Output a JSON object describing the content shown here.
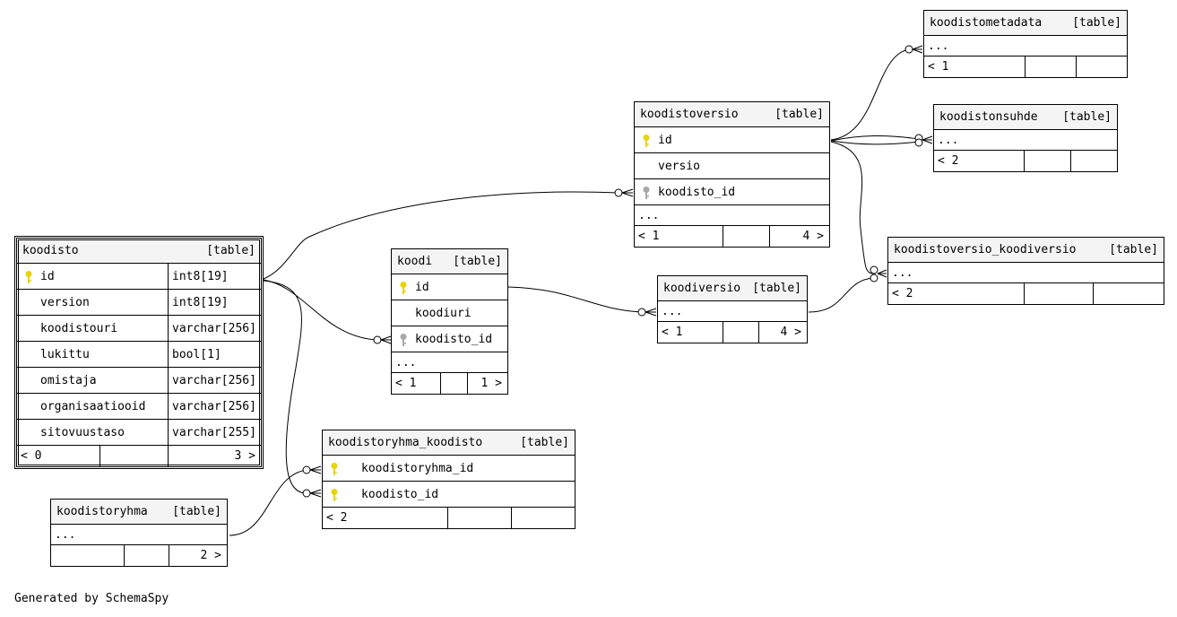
{
  "type_tag": "[table]",
  "tables": {
    "koodisto": {
      "name": "koodisto",
      "columns": [
        {
          "name": "id",
          "type": "int8[19]",
          "key": "pk"
        },
        {
          "name": "version",
          "type": "int8[19]",
          "key": ""
        },
        {
          "name": "koodistouri",
          "type": "varchar[256]",
          "key": ""
        },
        {
          "name": "lukittu",
          "type": "bool[1]",
          "key": ""
        },
        {
          "name": "omistaja",
          "type": "varchar[256]",
          "key": ""
        },
        {
          "name": "organisaatiooid",
          "type": "varchar[256]",
          "key": ""
        },
        {
          "name": "sitovuustaso",
          "type": "varchar[255]",
          "key": ""
        }
      ],
      "footer": {
        "parents": "< 0",
        "rows": "",
        "children": "3 >"
      }
    },
    "koodi": {
      "name": "koodi",
      "columns": [
        {
          "name": "id",
          "key": "pk"
        },
        {
          "name": "koodiuri",
          "key": ""
        },
        {
          "name": "koodisto_id",
          "key": "fk"
        }
      ],
      "ellipsis": "...",
      "footer": {
        "parents": "< 1",
        "rows": "",
        "children": "1 >"
      }
    },
    "koodistoversio": {
      "name": "koodistoversio",
      "columns": [
        {
          "name": "id",
          "key": "pk"
        },
        {
          "name": "versio",
          "key": ""
        },
        {
          "name": "koodisto_id",
          "key": "fk"
        }
      ],
      "ellipsis": "...",
      "footer": {
        "parents": "< 1",
        "rows": "",
        "children": "4 >"
      }
    },
    "koodiversio": {
      "name": "koodiversio",
      "ellipsis": "...",
      "footer": {
        "parents": "< 1",
        "rows": "",
        "children": "4 >"
      }
    },
    "koodistometadata": {
      "name": "koodistometadata",
      "ellipsis": "...",
      "footer": {
        "parents": "< 1",
        "rows": "",
        "children": ""
      }
    },
    "koodistonsuhde": {
      "name": "koodistonsuhde",
      "ellipsis": "...",
      "footer": {
        "parents": "< 2",
        "rows": "",
        "children": ""
      }
    },
    "koodistoversio_koodiversio": {
      "name": "koodistoversio_koodiversio",
      "ellipsis": "...",
      "footer": {
        "parents": "< 2",
        "rows": "",
        "children": ""
      }
    },
    "koodistoryhma_koodisto": {
      "name": "koodistoryhma_koodisto",
      "columns": [
        {
          "name": "koodistoryhma_id",
          "key": "pk"
        },
        {
          "name": "koodisto_id",
          "key": "pk"
        }
      ],
      "footer": {
        "parents": "< 2",
        "rows": "",
        "children": ""
      }
    },
    "koodistoryhma": {
      "name": "koodistoryhma",
      "ellipsis": "...",
      "footer": {
        "parents": "",
        "rows": "",
        "children": "2 >"
      }
    }
  },
  "relationships": [
    {
      "from": "koodisto.id",
      "to": "koodistoversio.koodisto_id"
    },
    {
      "from": "koodisto.id",
      "to": "koodi.koodisto_id"
    },
    {
      "from": "koodisto.id",
      "to": "koodistoryhma_koodisto.koodisto_id"
    },
    {
      "from": "koodistoryhma",
      "to": "koodistoryhma_koodisto.koodistoryhma_id"
    },
    {
      "from": "koodi.id",
      "to": "koodiversio"
    },
    {
      "from": "koodistoversio.id",
      "to": "koodistometadata"
    },
    {
      "from": "koodistoversio.id",
      "to": "koodistonsuhde"
    },
    {
      "from": "koodistoversio.id",
      "to": "koodistonsuhde"
    },
    {
      "from": "koodistoversio.id",
      "to": "koodistoversio_koodiversio"
    },
    {
      "from": "koodiversio",
      "to": "koodistoversio_koodiversio"
    }
  ],
  "colors": {
    "primary_key": "#e8d400",
    "foreign_key": "#a8a8a8",
    "header_bg": "#f4f4f4"
  },
  "credit": "Generated by SchemaSpy"
}
